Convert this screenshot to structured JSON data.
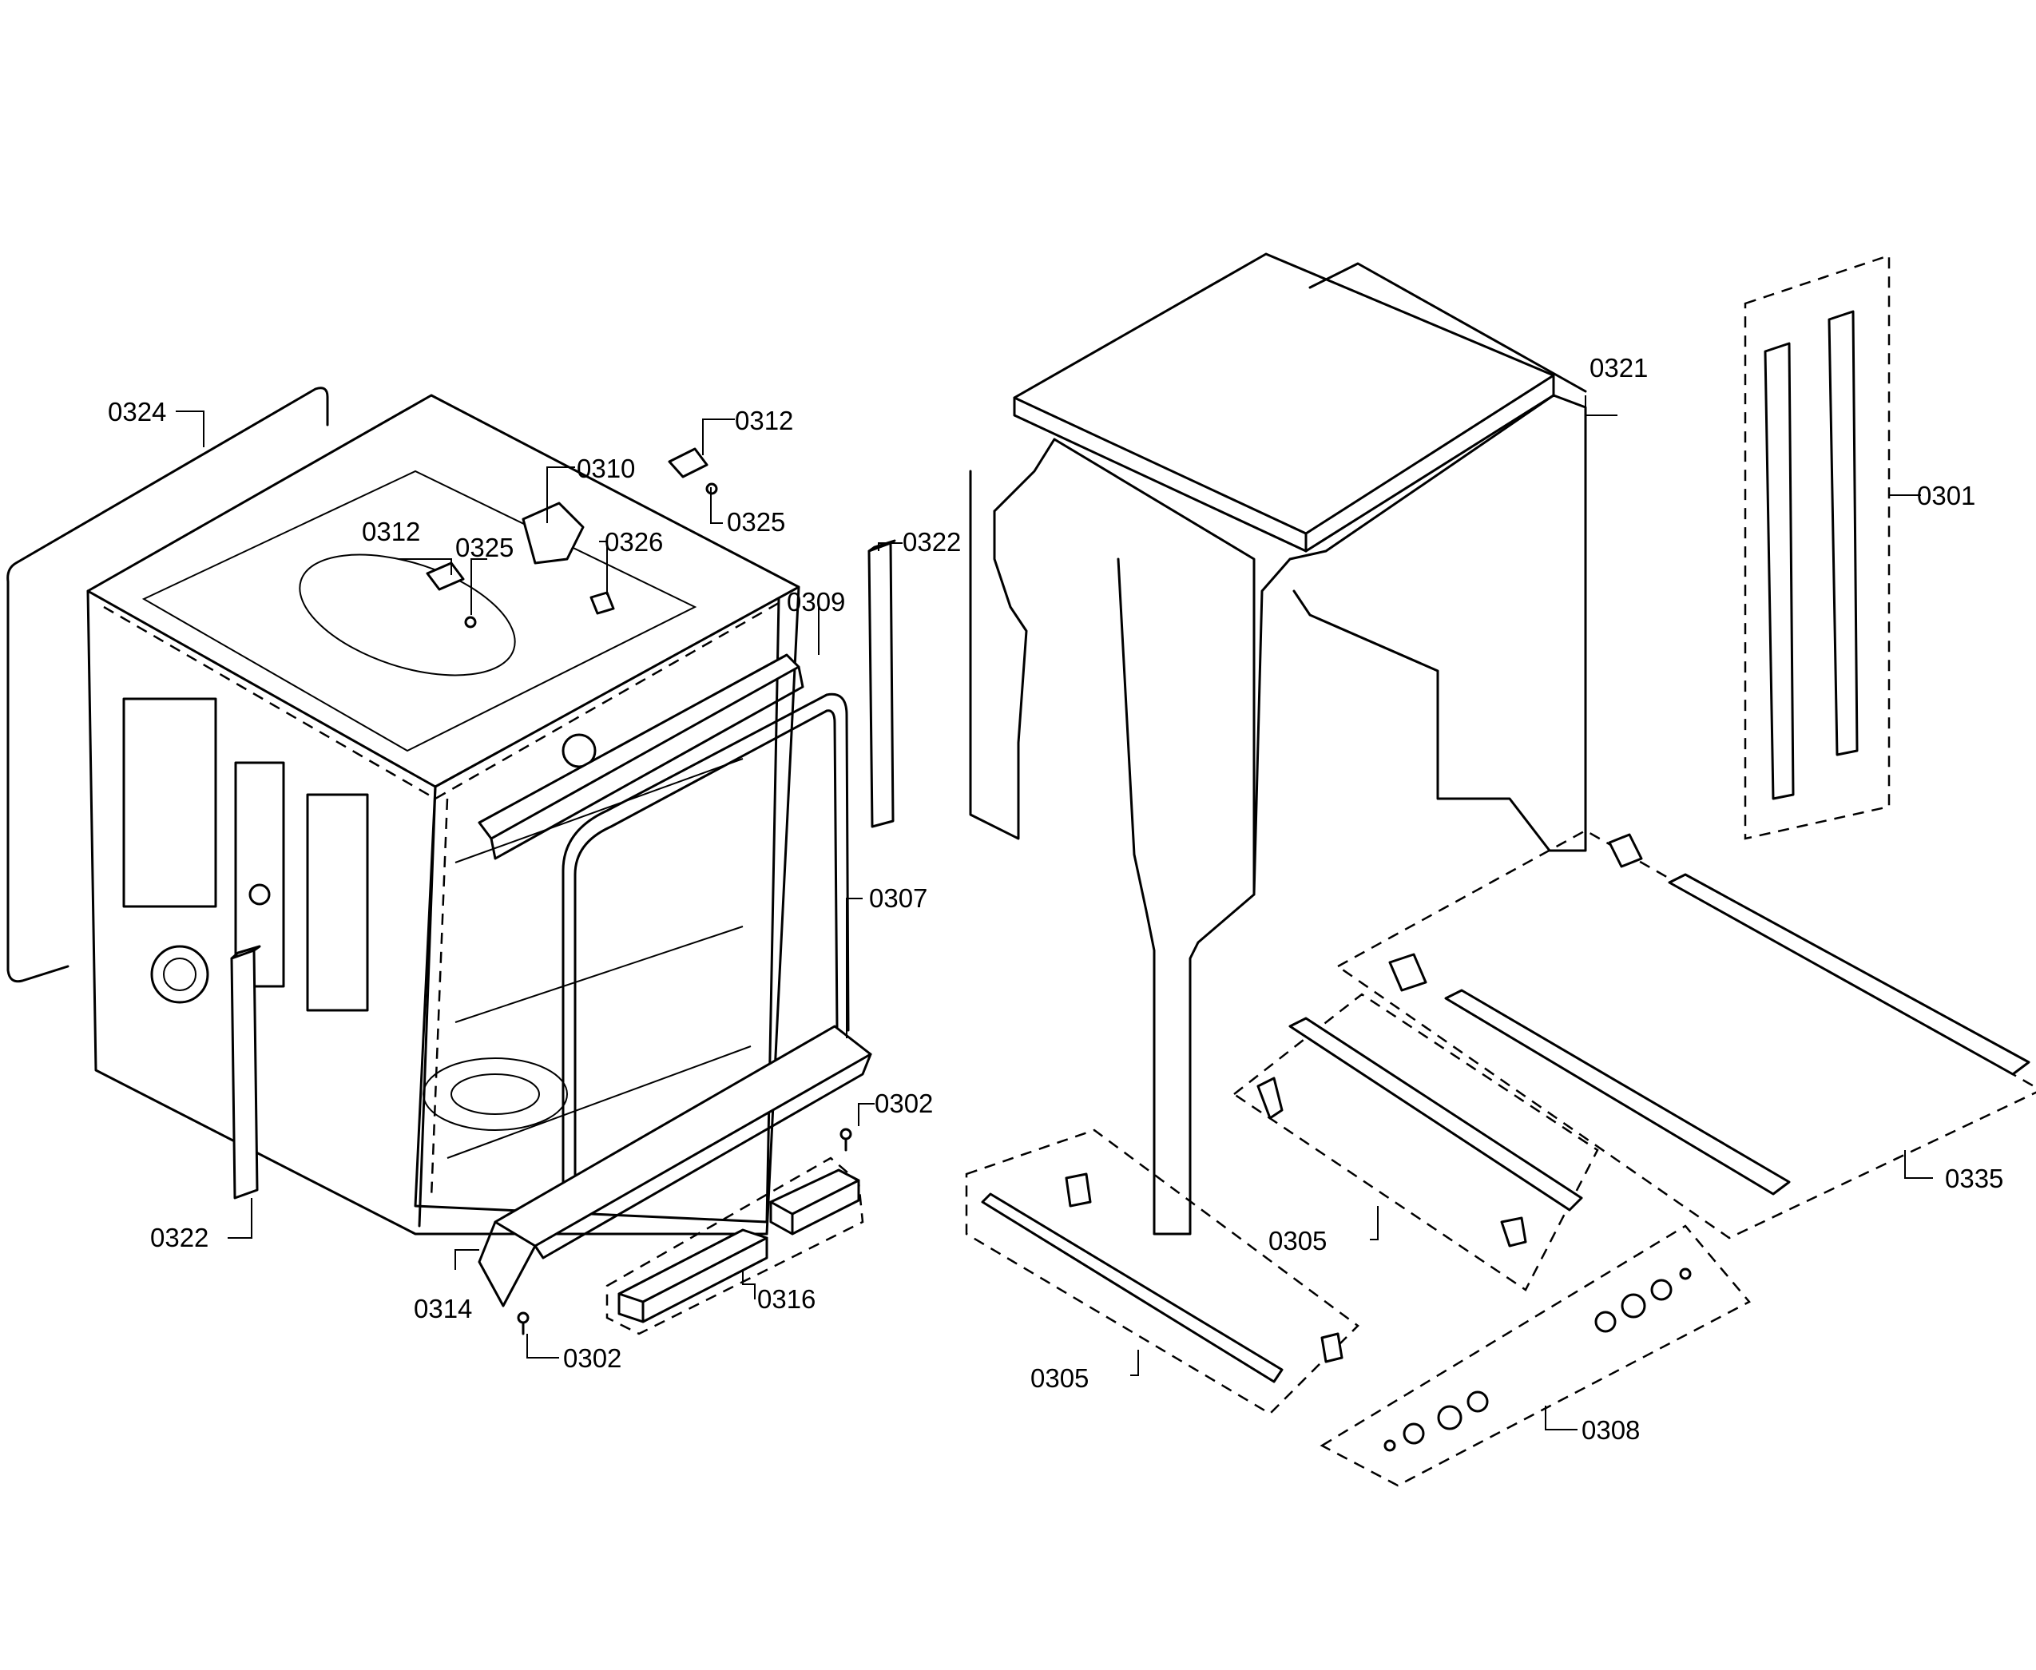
{
  "labels": {
    "l0324": "0324",
    "l0312a": "0312",
    "l0310": "0310",
    "l0312b": "0312",
    "l0325a": "0325",
    "l0325b": "0325",
    "l0326": "0326",
    "l0322a": "0322",
    "l0309": "0309",
    "l0307": "0307",
    "l0302a": "0302",
    "l0322b": "0322",
    "l0314": "0314",
    "l0316": "0316",
    "l0302b": "0302",
    "l0321": "0321",
    "l0301": "0301",
    "l0335": "0335",
    "l0305a": "0305",
    "l0305b": "0305",
    "l0308": "0308"
  }
}
